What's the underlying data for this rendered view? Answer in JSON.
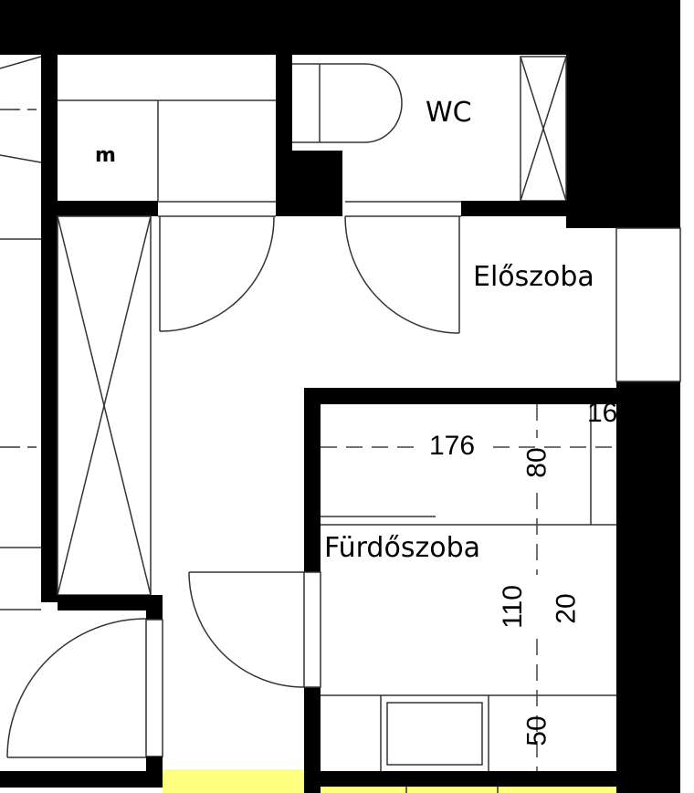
{
  "plan": {
    "rooms": [
      {
        "id": "wc",
        "label": "WC"
      },
      {
        "id": "eloszoba",
        "label": "Előszoba"
      },
      {
        "id": "furdoszoba",
        "label": "Fürdőszoba"
      },
      {
        "id": "storage",
        "label": "m"
      }
    ],
    "dimensions": {
      "bath_width": "176",
      "tub_depth": "80",
      "cut_off": "16",
      "bath_length": "110",
      "wall_gap": "20",
      "washbasin": "50"
    },
    "colors": {
      "wall": "#000000",
      "floor": "#ffffff",
      "line": "#333333",
      "highlight": "#ffff80"
    }
  }
}
